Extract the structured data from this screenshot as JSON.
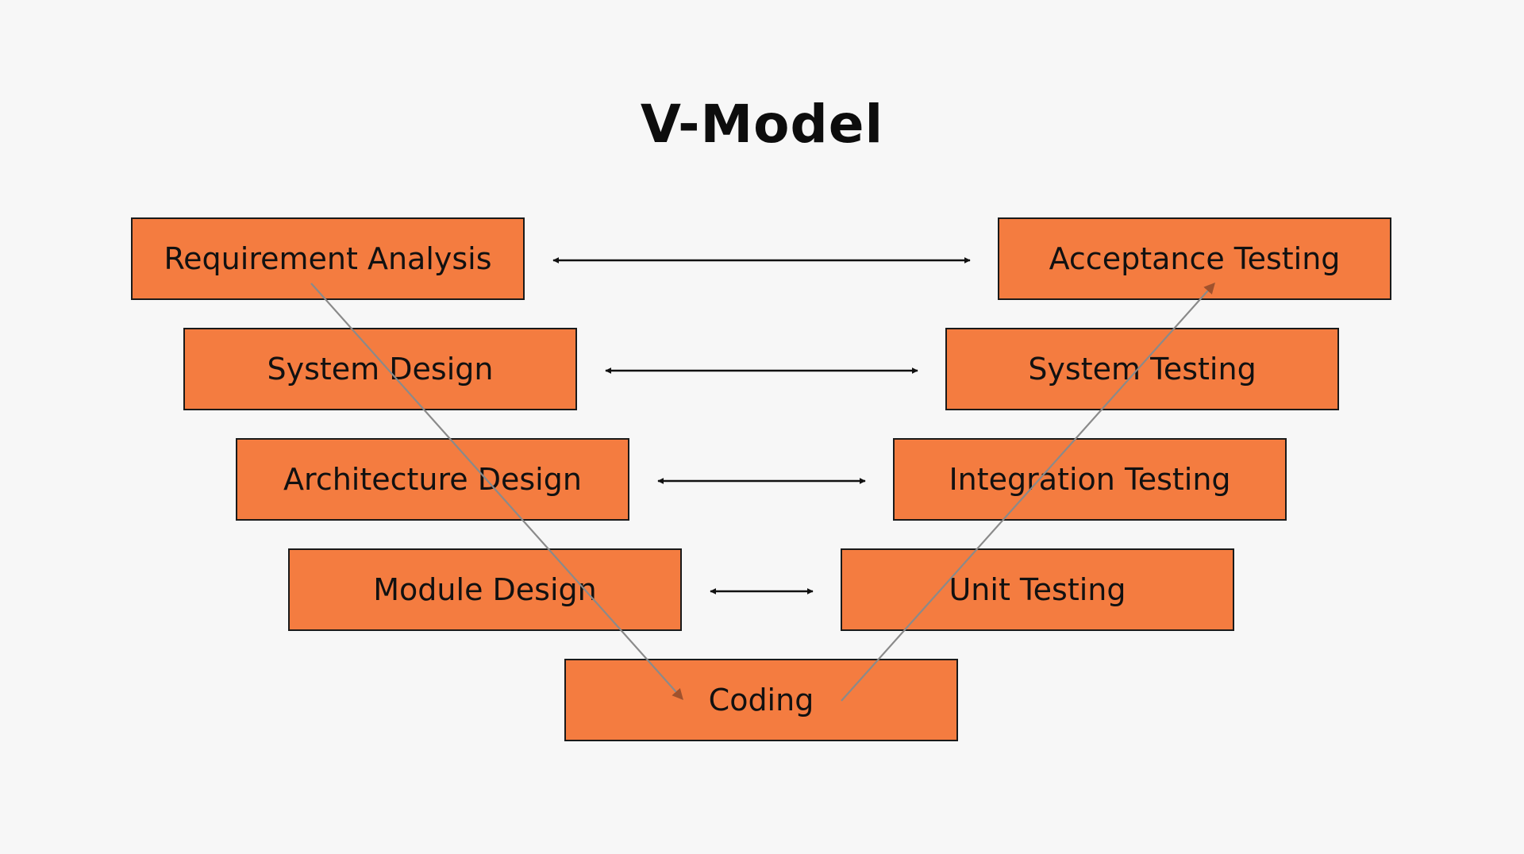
{
  "title": "V-Model",
  "colors": {
    "background": "#f7f7f7",
    "box_fill": "#f47c40",
    "box_border": "#1a1a1a",
    "flow_arrow": "#8a8a8a",
    "link_arrow": "#111111"
  },
  "verification": [
    {
      "label": "Requirement Analysis"
    },
    {
      "label": "System Design"
    },
    {
      "label": "Architecture Design"
    },
    {
      "label": "Module Design"
    }
  ],
  "validation": [
    {
      "label": "Acceptance Testing"
    },
    {
      "label": "System Testing"
    },
    {
      "label": "Integration Testing"
    },
    {
      "label": "Unit Testing"
    }
  ],
  "bottom": {
    "label": "Coding"
  }
}
